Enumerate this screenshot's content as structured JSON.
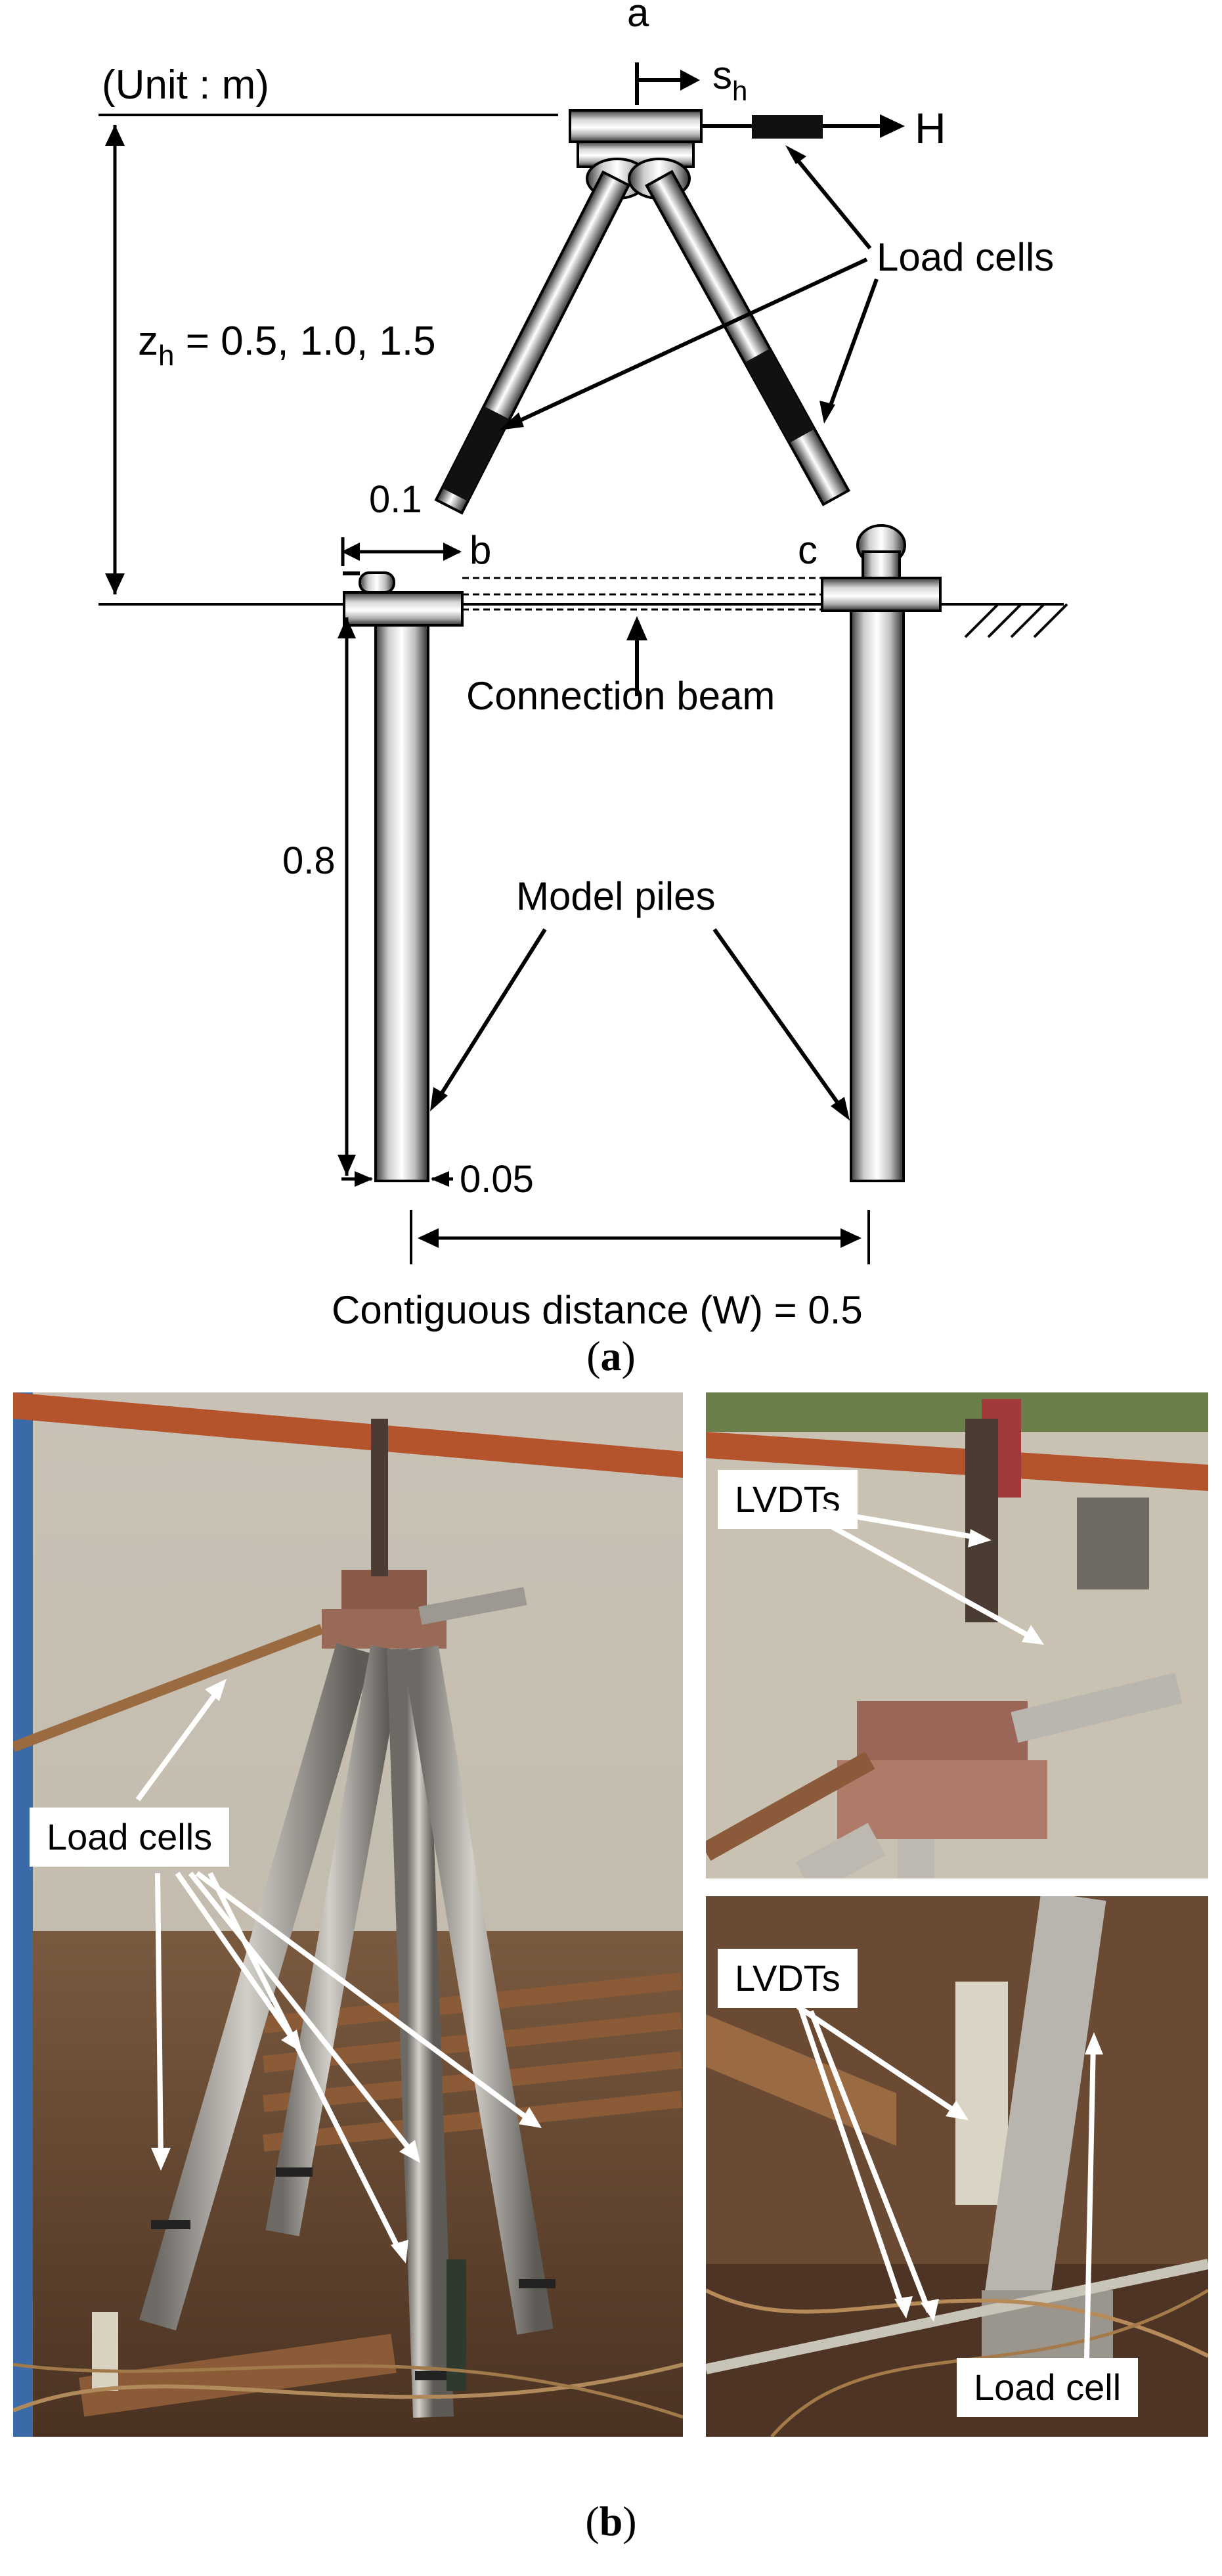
{
  "panel_a": {
    "unit_label": "(Unit : m)",
    "point_a": "a",
    "point_b": "b",
    "point_c": "c",
    "disp_label_main": "s",
    "disp_label_sub": "h",
    "force_label": "H",
    "load_cells_label": "Load cells",
    "height_label_main": "z",
    "height_label_sub": "h",
    "height_label_values": " = 0.5, 1.0, 1.5",
    "cap_width_label": "0.1",
    "connection_beam_label": "Connection beam",
    "pile_length_label": "0.8",
    "model_piles_label": "Model piles",
    "pile_diameter_label": "0.05",
    "distance_label": "Contiguous distance (W) = 0.5",
    "caption_open": "(",
    "caption_letter": "a",
    "caption_close": ")"
  },
  "panel_b": {
    "left_photo_label": "Load cells",
    "top_right_label": "LVDTs",
    "bottom_right_label_lvdts": "LVDTs",
    "bottom_right_label_cell": "Load cell",
    "caption_open": "(",
    "caption_letter": "b",
    "caption_close": ")"
  }
}
